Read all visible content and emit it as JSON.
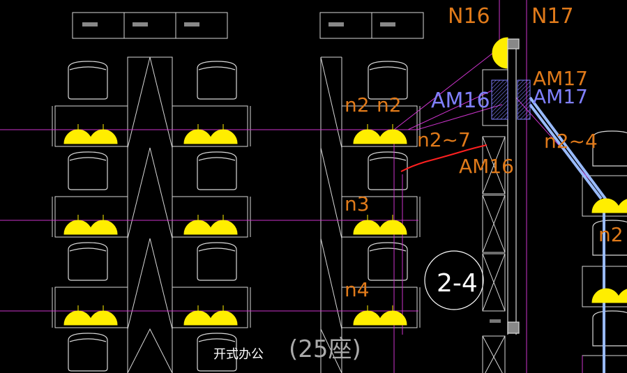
{
  "colors": {
    "background": "#000000",
    "linework": "#d9d9d9",
    "wiring": "#cc33cc",
    "fixture": "#ffee00",
    "label_orange": "#e07a1a",
    "label_blue": "#8080ff",
    "cable_light_blue": "#99bbff",
    "redline": "#ff2020",
    "zone_circle": "#ffffff"
  },
  "labels": {
    "grid_n16": "N16",
    "grid_n17": "N17",
    "panel_am17_a": "AM17",
    "panel_am17_b": "AM17",
    "panel_am16": "AM16",
    "panel_am16_red": "AM16",
    "circuit_n2_a": "n2",
    "circuit_n2_b": "n2",
    "circuit_n2_7": "n2~7",
    "circuit_n2_4": "n2~4",
    "circuit_n3": "n3",
    "circuit_n4": "n4",
    "circuit_n2_right": "n2",
    "zone_tag": "2-4",
    "room_name": "开式办公",
    "room_seats": "(25座)"
  },
  "icons": {
    "light_fixture": "half-dome-light-icon",
    "chair": "chair-icon",
    "cabinet": "cabinet-icon",
    "zone_tag": "circle-tag-icon"
  }
}
